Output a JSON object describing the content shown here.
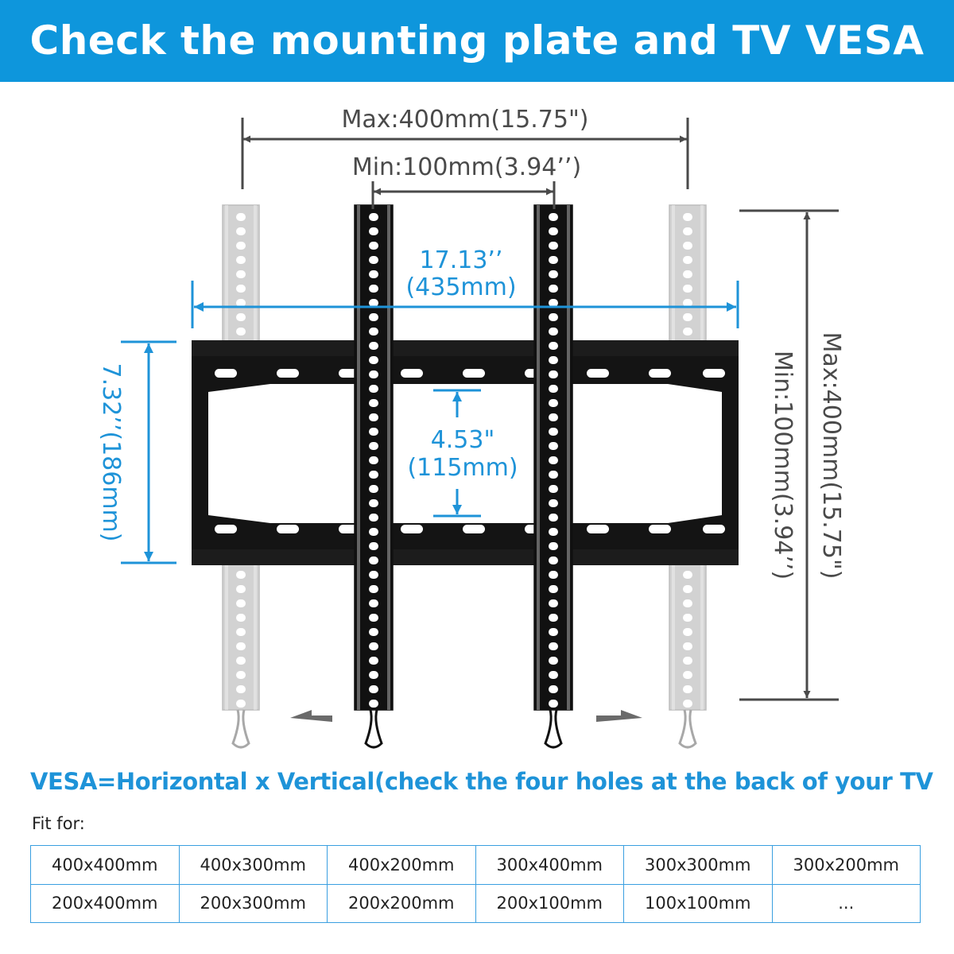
{
  "header": {
    "title": "Check the mounting plate and TV VESA"
  },
  "diagram": {
    "top_max_label": "Max:400mm(15.75\")",
    "top_min_label": "Min:100mm(3.94’’)",
    "width_label_line1": "17.13’’",
    "width_label_line2": "(435mm)",
    "inner_label_line1": "4.53\"",
    "inner_label_line2": "(115mm)",
    "left_height_label": "7.32’’(186mm)",
    "right_min_label": "Min:100mm(3.94’’)",
    "right_max_label": "Max:400mm(15.75\")",
    "colors": {
      "blue": "#1e93d8",
      "gray": "#4a4a4a",
      "bracket": "#111111",
      "ghost": "#c4c4c4"
    }
  },
  "formula": "VESA=Horizontal x Vertical(check the four holes at the back of your TV",
  "fit_for": {
    "label": "Fit for:",
    "rows": [
      [
        "400x400mm",
        "400x300mm",
        "400x200mm",
        "300x400mm",
        "300x300mm",
        "300x200mm"
      ],
      [
        "200x400mm",
        "200x300mm",
        "200x200mm",
        "200x100mm",
        "100x100mm",
        "..."
      ]
    ]
  }
}
